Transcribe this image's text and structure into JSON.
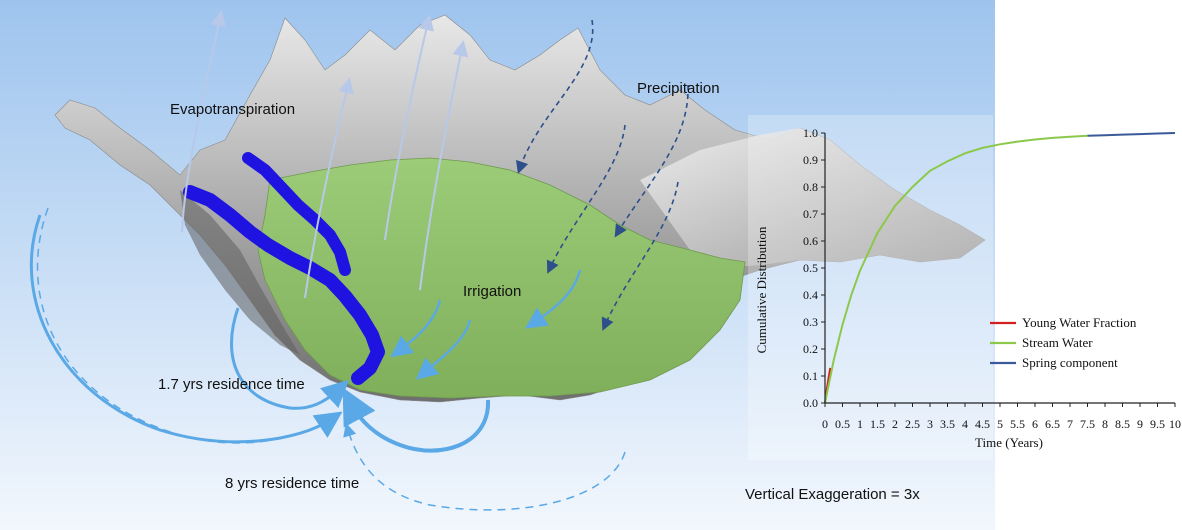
{
  "diagram": {
    "labels": {
      "evapotranspiration": "Evapotranspiration",
      "precipitation": "Precipitation",
      "irrigation": "Irrigation",
      "residence_short": "1.7 yrs residence time",
      "residence_long": "8 yrs residence time",
      "exaggeration": "Vertical Exaggeration = 3x"
    },
    "colors": {
      "sky_top": "#9ec4ee",
      "sky_bottom": "#f2f7fd",
      "terrain": "#a9a9a9",
      "irrigated": "#8fc06b",
      "river": "#1e13e0",
      "arrow_light": "#5aa8e6",
      "arrow_dark": "#2d4f8a"
    }
  },
  "chart_data": {
    "type": "line",
    "xlabel": "Time (Years)",
    "ylabel": "Cumulative Distribution",
    "xlim": [
      0,
      10
    ],
    "ylim": [
      0,
      1.0
    ],
    "x_ticks": [
      "0",
      "0.5",
      "1",
      "1.5",
      "2",
      "2.5",
      "3",
      "3.5",
      "4",
      "4.5",
      "5",
      "5.5",
      "6",
      "6.5",
      "7",
      "7.5",
      "8",
      "8.5",
      "9",
      "9.5",
      "10"
    ],
    "y_ticks": [
      "0.0",
      "0.1",
      "0.2",
      "0.3",
      "0.4",
      "0.5",
      "0.6",
      "0.7",
      "0.8",
      "0.9",
      "1.0"
    ],
    "series": [
      {
        "name": "Young Water Fraction",
        "color": "#d22020",
        "points": [
          [
            0,
            0.0
          ],
          [
            0.05,
            0.05
          ],
          [
            0.1,
            0.09
          ],
          [
            0.15,
            0.13
          ]
        ]
      },
      {
        "name": "Stream Water",
        "color": "#8cc84b",
        "points": [
          [
            0,
            0.0
          ],
          [
            0.25,
            0.16
          ],
          [
            0.5,
            0.29
          ],
          [
            0.75,
            0.4
          ],
          [
            1,
            0.49
          ],
          [
            1.5,
            0.63
          ],
          [
            2,
            0.73
          ],
          [
            2.5,
            0.8
          ],
          [
            3,
            0.86
          ],
          [
            3.5,
            0.895
          ],
          [
            4,
            0.925
          ],
          [
            4.5,
            0.945
          ],
          [
            5,
            0.958
          ],
          [
            5.5,
            0.968
          ],
          [
            6,
            0.976
          ],
          [
            6.5,
            0.982
          ],
          [
            7,
            0.986
          ],
          [
            7.5,
            0.99
          ]
        ]
      },
      {
        "name": "Spring component",
        "color": "#3a5a99",
        "points": [
          [
            7.5,
            0.99
          ],
          [
            8,
            0.992
          ],
          [
            8.5,
            0.994
          ],
          [
            9,
            0.996
          ],
          [
            9.5,
            0.998
          ],
          [
            10,
            1.0
          ]
        ]
      }
    ]
  }
}
